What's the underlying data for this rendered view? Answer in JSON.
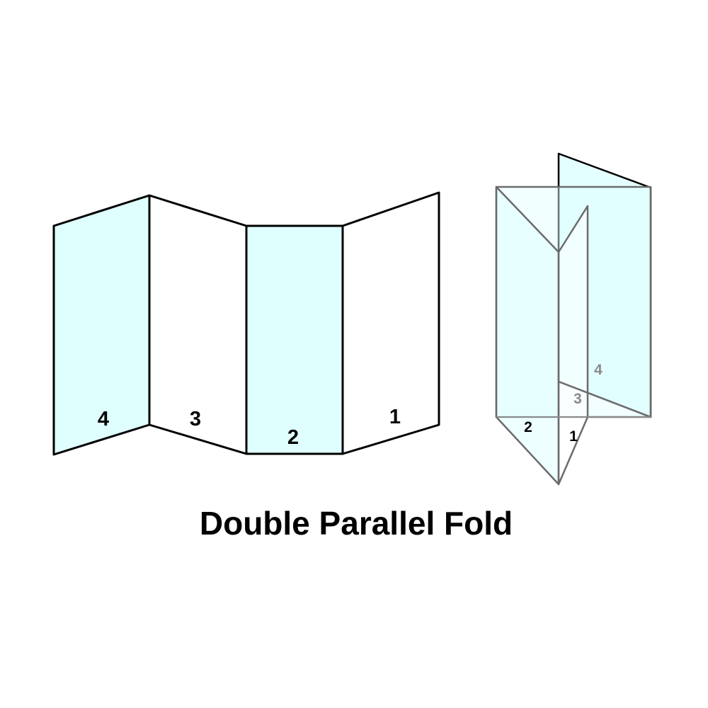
{
  "title": "Double Parallel Fold",
  "colors": {
    "tint": "#dfffff",
    "paper": "#ffffff",
    "outline": "#000000",
    "folded_outline": "#6b6b6b",
    "muted_label": "#8a8a8a"
  },
  "unfolded": {
    "panels": [
      {
        "label": "4",
        "tinted": true
      },
      {
        "label": "3",
        "tinted": false
      },
      {
        "label": "2",
        "tinted": true
      },
      {
        "label": "1",
        "tinted": false
      }
    ]
  },
  "folded": {
    "labels": [
      {
        "label": "4",
        "muted": true
      },
      {
        "label": "3",
        "muted": true
      },
      {
        "label": "2",
        "muted": false
      },
      {
        "label": "1",
        "muted": false
      }
    ]
  }
}
